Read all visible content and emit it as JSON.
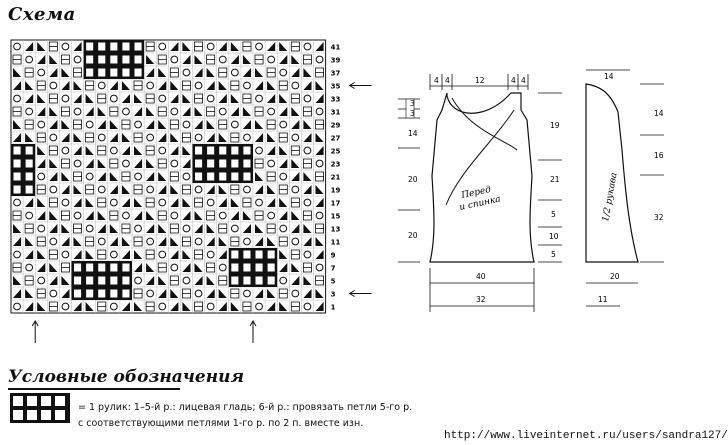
{
  "titles": {
    "scheme": "Схема",
    "legend": "Условные обозначения"
  },
  "row_numbers": [
    "41",
    "39",
    "37",
    "35",
    "33",
    "31",
    "29",
    "27",
    "25",
    "23",
    "21",
    "19",
    "17",
    "15",
    "13",
    "11",
    "9",
    "7",
    "5",
    "3",
    "1"
  ],
  "arrow_rows": [
    "35",
    "3"
  ],
  "legend": {
    "line1": "= 1 рулик: 1–5-й р.: лицевая гладь; 6-й р.: провязать петли 5-го р.",
    "line2": "с соответствующими петлями 1-го р. по 2 п. вместе изн."
  },
  "schematic": {
    "body_label_1": "Перед",
    "body_label_2": "и спинка",
    "sleeve_label": "1/2 рукава",
    "top_widths": [
      "4",
      "4",
      "12",
      "4",
      "4"
    ],
    "left_dims": [
      "3",
      "3",
      "14",
      "20",
      "20"
    ],
    "right_dims": [
      "19",
      "21",
      "5",
      "10",
      "5"
    ],
    "bottom_dims": [
      "40",
      "32"
    ],
    "sleeve_dims": [
      "14",
      "14",
      "16",
      "32",
      "20",
      "11"
    ]
  },
  "url": "http://www.liveinternet.ru/users/sandra127/"
}
